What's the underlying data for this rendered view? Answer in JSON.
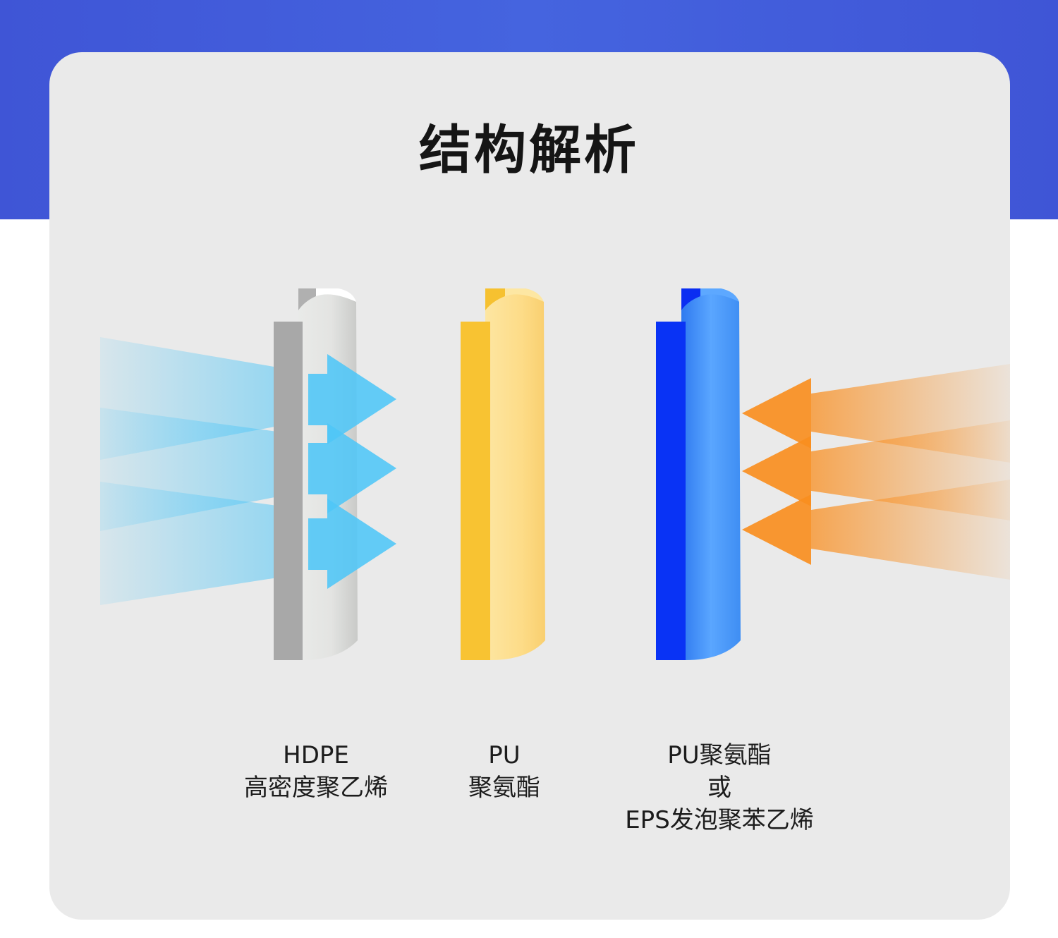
{
  "title": "结构解析",
  "layers": [
    {
      "lines": [
        "HDPE",
        "高密度聚乙烯"
      ],
      "colors": {
        "front": "#a8a8a8",
        "body_light": "#ededeb",
        "body_dark": "#cfd0ce",
        "top": "#ffffff",
        "inner": "#b5b5b5"
      }
    },
    {
      "lines": [
        "PU",
        "聚氨酯"
      ],
      "colors": {
        "front": "#f8c332",
        "body_light": "#fde9a8",
        "body_dark": "#fad27a",
        "top": "#fde7a3",
        "inner": "#f6c130"
      }
    },
    {
      "lines": [
        "PU聚氨酯",
        "或",
        "EPS发泡聚苯乙烯"
      ],
      "colors": {
        "front": "#0933f5",
        "body_light": "#6cb0ff",
        "body_dark": "#3e8ef2",
        "top": "#5da8ff",
        "inner": "#0a2ef2"
      }
    }
  ],
  "arrows": {
    "cold_color": "#4fc6f7",
    "hot_color": "#f98e1f",
    "cold_direction": "right",
    "hot_direction": "left"
  },
  "colors": {
    "top_band": "#4159da",
    "card_background": "#eaeaea",
    "title_text": "#151515"
  }
}
